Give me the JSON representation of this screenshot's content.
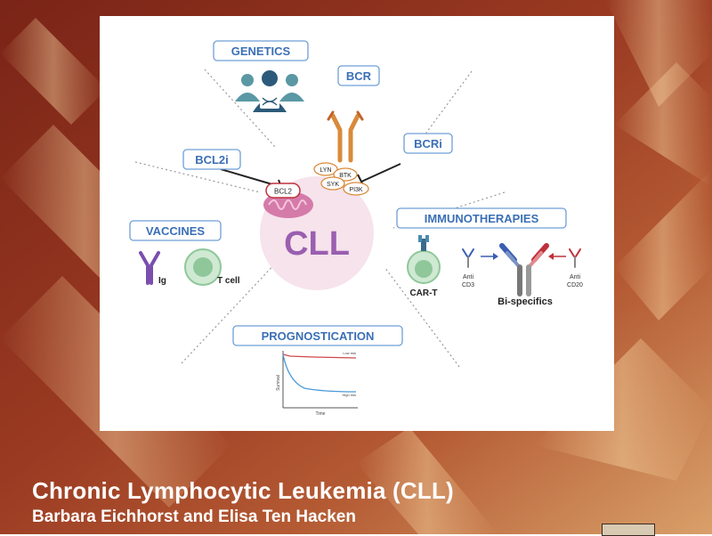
{
  "book": {
    "title": "Chronic Lymphocytic Leukemia (CLL)",
    "authors": "Barbara Eichhorst and Elisa Ten Hacken"
  },
  "diagram": {
    "center_label": "CLL",
    "labels": {
      "genetics": "GENETICS",
      "bcr": "BCR",
      "bcl2i": "BCL2i",
      "bcri": "BCRi",
      "vaccines": "VACCINES",
      "immunotherapies": "IMMUNOTHERAPIES",
      "prognostication": "PROGNOSTICATION"
    },
    "kinases": {
      "lyn": "LYN",
      "btk": "BTK",
      "syk": "SYK",
      "pi3k": "PI3K"
    },
    "bcl2": "BCL2",
    "vaccines": {
      "ig": "Ig",
      "tcell": "T cell"
    },
    "immuno": {
      "cart": "CAR-T",
      "bispecifics": "Bi-specifics",
      "anti_cd3_line1": "Anti",
      "anti_cd3_line2": "CD3",
      "anti_cd20_line1": "Anti",
      "anti_cd20_line2": "CD20"
    },
    "survival_chart": {
      "ylabel": "Survival",
      "xlabel": "Time",
      "low_risk": "Low risk",
      "high_risk": "High risk"
    }
  },
  "colors": {
    "label_text": "#3b6fb5",
    "label_border": "#6f9fd6",
    "cll_purple": "#9a5fb0",
    "center_pink": "#f6e3ec",
    "receptor_orange": "#d98a3a",
    "teal_people": "#5a98a4",
    "navy_person": "#2c5a7a",
    "red_antibody": "#c0303a",
    "blue_antibody": "#3a5db0",
    "tcell_green": "#8fc79a"
  }
}
